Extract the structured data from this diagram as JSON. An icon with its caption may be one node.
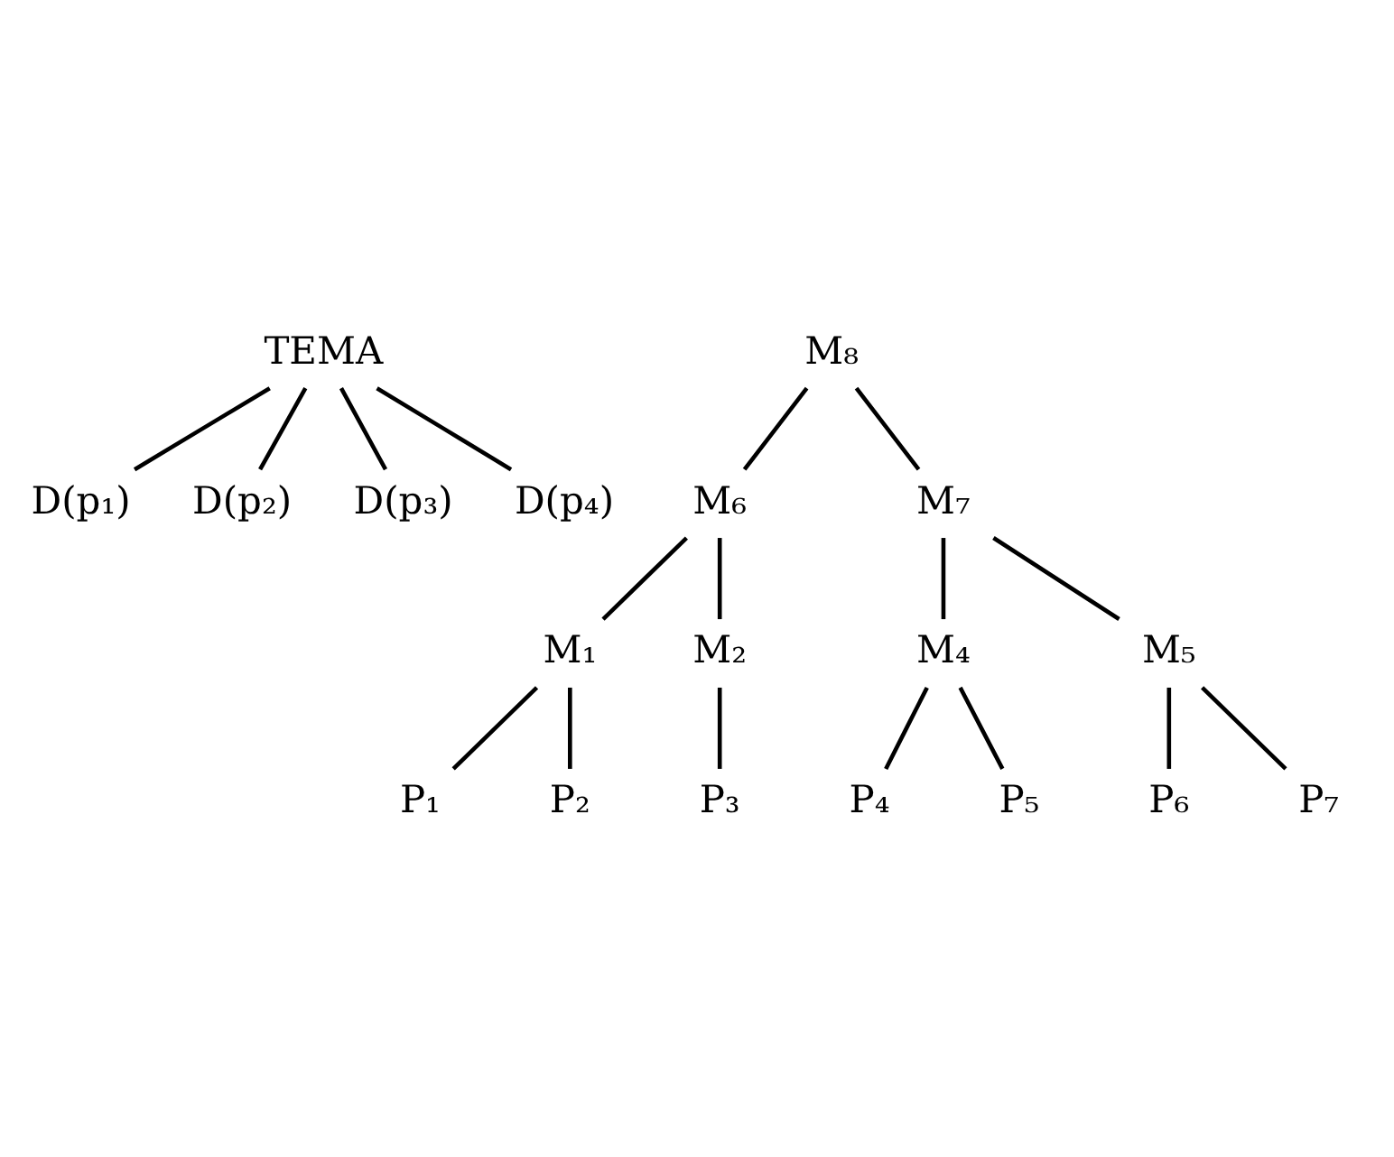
{
  "diagram": {
    "nodes": [
      {
        "text": [
          "TEMA"
        ]
      },
      {
        "text": [
          "D(p₁)"
        ]
      },
      {
        "text": [
          "D(p₂)"
        ]
      },
      {
        "text": [
          "D(p₃)"
        ]
      },
      {
        "text": [
          "D(p₄)"
        ]
      },
      {
        "text": [
          "M₈"
        ]
      },
      {
        "text": [
          "M₆"
        ]
      },
      {
        "text": [
          "M₇"
        ]
      },
      {
        "text": [
          "M₁"
        ]
      },
      {
        "text": [
          "M₂"
        ]
      },
      {
        "text": [
          "M₄"
        ]
      },
      {
        "text": [
          "M₅"
        ]
      },
      {
        "text": [
          "P₁"
        ]
      },
      {
        "text": [
          "P₂"
        ]
      },
      {
        "text": [
          "P₃"
        ]
      },
      {
        "text": [
          "P₄"
        ]
      },
      {
        "text": [
          "P₅"
        ]
      },
      {
        "text": [
          "P₆"
        ]
      },
      {
        "text": [
          "P₇"
        ]
      }
    ],
    "edges": [
      {
        "from": 0,
        "to": 1,
        "arrow": "none"
      },
      {
        "from": 0,
        "to": 2,
        "arrow": "none"
      },
      {
        "from": 0,
        "to": 3,
        "arrow": "none"
      },
      {
        "from": 0,
        "to": 4,
        "arrow": "none"
      },
      {
        "from": 5,
        "to": 6,
        "arrow": "none"
      },
      {
        "from": 5,
        "to": 7,
        "arrow": "none"
      },
      {
        "from": 6,
        "to": 8,
        "arrow": "none"
      },
      {
        "from": 6,
        "to": 9,
        "arrow": "none"
      },
      {
        "from": 7,
        "to": 10,
        "arrow": "none"
      },
      {
        "from": 7,
        "to": 11,
        "arrow": "none"
      },
      {
        "from": 8,
        "to": 12,
        "arrow": "none"
      },
      {
        "from": 8,
        "to": 13,
        "arrow": "none"
      },
      {
        "from": 9,
        "to": 14,
        "arrow": "none"
      },
      {
        "from": 10,
        "to": 15,
        "arrow": "none"
      },
      {
        "from": 10,
        "to": 16,
        "arrow": "none"
      },
      {
        "from": 11,
        "to": 17,
        "arrow": "none"
      },
      {
        "from": 11,
        "to": 18,
        "arrow": "none"
      }
    ]
  }
}
